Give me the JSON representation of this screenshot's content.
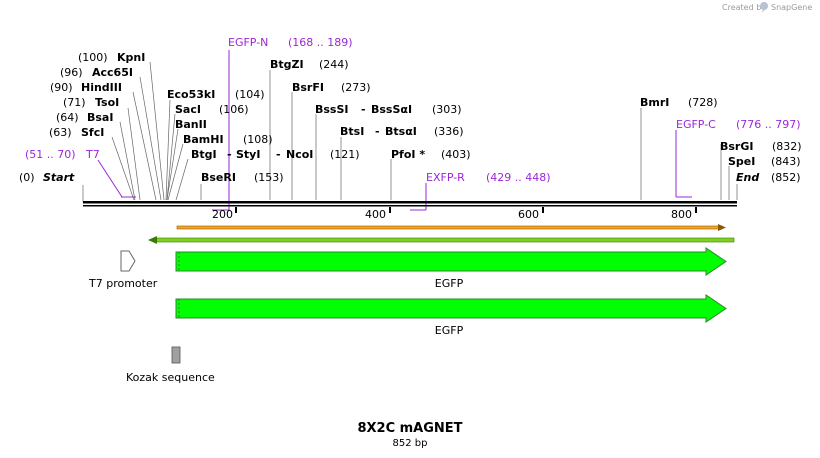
{
  "watermark": {
    "text": "Created by",
    "brand": "SnapGene"
  },
  "sequence": {
    "name": "8X2C mAGNET",
    "length_label": "852 bp",
    "length": 852
  },
  "ruler": {
    "ticks": [
      "200",
      "400",
      "600",
      "800"
    ]
  },
  "enzymes": {
    "start": {
      "pos": "(0)",
      "name": "Start"
    },
    "end": {
      "pos": "(852)",
      "name": "End"
    },
    "kpni": {
      "pos": "(100)",
      "name": "KpnI"
    },
    "acc65i": {
      "pos": "(96)",
      "name": "Acc65I"
    },
    "hindiii": {
      "pos": "(90)",
      "name": "HindIII"
    },
    "tsoi": {
      "pos": "(71)",
      "name": "TsoI"
    },
    "bsai": {
      "pos": "(64)",
      "name": "BsaI"
    },
    "sfci": {
      "pos": "(63)",
      "name": "SfcI"
    },
    "eco53ki": {
      "name": "Eco53kI",
      "pos": "(104)"
    },
    "saci": {
      "name": "SacI",
      "pos": "(106)"
    },
    "banii": {
      "name": "BanII"
    },
    "bamhi": {
      "name": "BamHI",
      "pos": "(108)"
    },
    "btgi_styi_ncoi": {
      "n1": "BtgI",
      "sep1": "-",
      "n2": "StyI",
      "sep2": "-",
      "n3": "NcoI",
      "pos": "(121)"
    },
    "bseri": {
      "name": "BseRI",
      "pos": "(153)"
    },
    "btgzi": {
      "name": "BtgZI",
      "pos": "(244)"
    },
    "bsrfi": {
      "name": "BsrFI",
      "pos": "(273)"
    },
    "bsssi": {
      "n1": "BssSI",
      "sep": "-",
      "n2": "BssSαI",
      "pos": "(303)"
    },
    "btsi": {
      "n1": "BtsI",
      "sep": "-",
      "n2": "BtsαI",
      "pos": "(336)"
    },
    "pfoi": {
      "name": "PfoI *",
      "pos": "(403)"
    },
    "bmri": {
      "name": "BmrI",
      "pos": "(728)"
    },
    "bsrgi": {
      "name": "BsrGI",
      "pos": "(832)"
    },
    "spei": {
      "name": "SpeI",
      "pos": "(843)"
    }
  },
  "primers": {
    "t7": {
      "range": "(51 .. 70)",
      "name": "T7"
    },
    "egfp_n": {
      "name": "EGFP-N",
      "range": "(168 .. 189)"
    },
    "exfp_r": {
      "name": "EXFP-R",
      "range": "(429 .. 448)"
    },
    "egfp_c": {
      "name": "EGFP-C",
      "range": "(776 .. 797)"
    }
  },
  "features": {
    "t7_promoter": "T7 promoter",
    "egfp_1": "EGFP",
    "egfp_2": "EGFP",
    "kozak": "Kozak sequence"
  },
  "colors": {
    "primer": "#9b27d8",
    "egfp": "#00ff00",
    "orf_top": "#f5a623",
    "orf_bottom": "#7ed321",
    "kozak": "#a0a0a0"
  }
}
